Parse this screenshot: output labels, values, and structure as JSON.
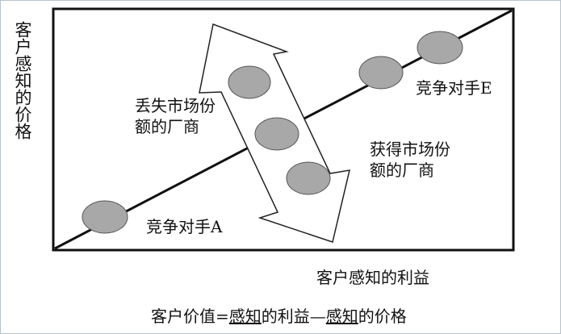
{
  "y_axis_label": "客户感知的价格",
  "x_axis_label": "客户感知的利益",
  "labels": {
    "lose_share": [
      "丢失市场份",
      "额的厂商"
    ],
    "gain_share": [
      "获得市场份",
      "额的厂商"
    ],
    "competitor_a": "竞争对手A",
    "competitor_e": "竞争对手E"
  },
  "formula": {
    "prefix": "客户价值=",
    "term1": "感知",
    "mid": "的利益—",
    "term2": "感知",
    "suffix": "的价格"
  },
  "colors": {
    "circle_fill": "#a8a8a8",
    "line": "#111111",
    "arrow_fill": "#ffffff"
  }
}
